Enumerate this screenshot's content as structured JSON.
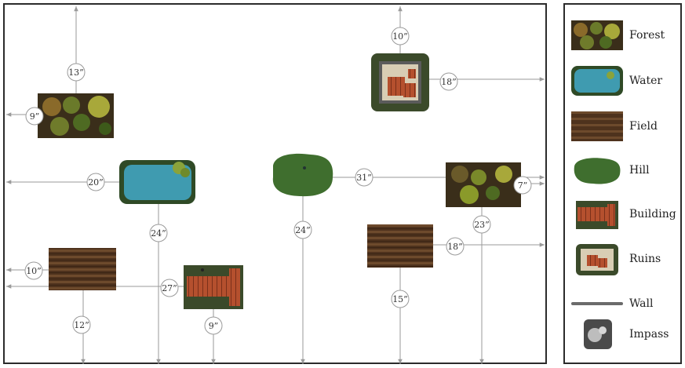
{
  "legend": [
    {
      "key": "forest",
      "label": "Forest",
      "icon": "forest-icon"
    },
    {
      "key": "water",
      "label": "Water",
      "icon": "water-icon"
    },
    {
      "key": "field",
      "label": "Field",
      "icon": "field-icon"
    },
    {
      "key": "hill",
      "label": "Hill",
      "icon": "hill-icon"
    },
    {
      "key": "building",
      "label": "Building",
      "icon": "building-icon"
    },
    {
      "key": "ruins",
      "label": "Ruins",
      "icon": "ruins-icon"
    },
    {
      "key": "wall",
      "label": "Wall",
      "icon": "wall-icon"
    },
    {
      "key": "impass",
      "label": "Impass",
      "icon": "impass-icon"
    }
  ],
  "measurements": {
    "ruins_top": "10”",
    "ruins_right": "18”",
    "forest_left_top": "13”",
    "forest_left_left": "9”",
    "water_left": "20”",
    "water_bottom": "24”",
    "hill_right": "31”",
    "hill_bottom": "24”",
    "forest_right_right": "7”",
    "forest_right_bottom": "23”",
    "field_left_left": "10”",
    "field_left_bottom": "12”",
    "building_left": "27”",
    "building_bottom": "9”",
    "field_right_right": "18”",
    "field_right_bottom": "15”"
  },
  "colors": {
    "border": "#2b2b2b",
    "line": "#9a9a9a",
    "forest": "#5a4a2a",
    "water": "#3f9bb0",
    "field": "#5a3a22",
    "hill": "#3f6e2e",
    "building": "#b5502e",
    "ruins": "#6b5a3a"
  }
}
